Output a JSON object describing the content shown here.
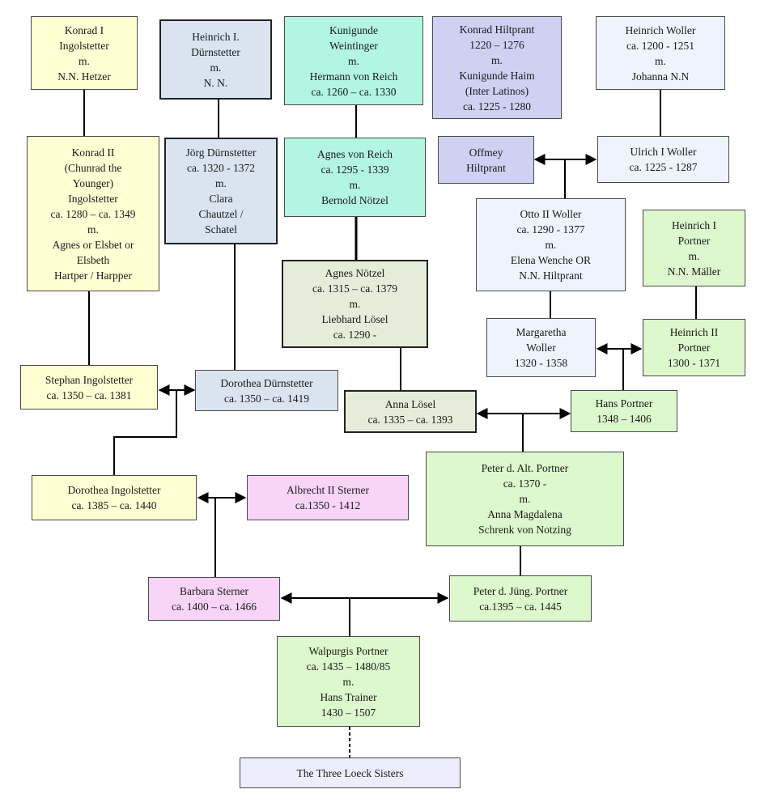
{
  "people": {
    "konrad_i": "Konrad I\nIngolstetter\nm.\nN.N. Hetzer",
    "heinrich_i_durnstetter": "Heinrich I.\nDürnstetter\nm.\nN. N.",
    "kunigunde_weintinger": "Kunigunde\nWeintinger\nm.\nHermann von Reich\nca. 1260 – ca. 1330",
    "konrad_hiltprant": "Konrad Hiltprant\n1220 – 1276\nm.\nKunigunde Haim\n(Inter Latinos)\nca. 1225 - 1280",
    "heinrich_woller": "Heinrich Woller\nca. 1200 - 1251\nm.\nJohanna N.N",
    "konrad_ii": "Konrad II\n(Chunrad the\nYounger)\nIngolstetter\nca. 1280 – ca. 1349\nm.\nAgnes or Elsbet or\nElsbeth\nHartper / Harpper",
    "jorg_durnstetter": "Jörg Dürnstetter\nca. 1320 - 1372\nm.\nClara\nChautzel /\nSchatel",
    "agnes_von_reich": "Agnes von Reich\nca. 1295 - 1339\nm.\nBernold Nötzel",
    "offmey_hiltprant": "Offmey\nHiltprant",
    "ulrich_woller": "Ulrich I Woller\nca. 1225 - 1287",
    "otto_ii_woller": "Otto II Woller\nca. 1290 - 1377\nm.\nElena Wenche OR\nN.N. Hiltprant",
    "heinrich_i_portner": "Heinrich I\nPortner\nm.\nN.N. Mäller",
    "agnes_notzel": "Agnes Nötzel\nca. 1315 – ca. 1379\nm.\nLiebhard Lösel\nca. 1290 -",
    "margaretha_woller": "Margaretha\nWoller\n1320 - 1358",
    "heinrich_ii_portner": "Heinrich II\nPortner\n1300 - 1371",
    "stephan_ingolstetter": "Stephan Ingolstetter\nca. 1350 – ca. 1381",
    "dorothea_durnstetter": "Dorothea Dürnstetter\nca. 1350 – ca. 1419",
    "anna_losel": "Anna Lösel\nca. 1335 – ca. 1393",
    "hans_portner": "Hans Portner\n1348 – 1406",
    "peter_alt_portner": "Peter d. Alt. Portner\nca. 1370 -\nm.\nAnna Magdalena\nSchrenk von Notzing",
    "dorothea_ingolstetter": "Dorothea Ingolstetter\nca. 1385 – ca. 1440",
    "albrecht_ii_sterner": "Albrecht II Sterner\nca.1350 - 1412",
    "barbara_sterner": "Barbara Sterner\nca. 1400 – ca. 1466",
    "peter_jung_portner": "Peter d. Jüng. Portner\nca.1395 – ca. 1445",
    "walpurgis_portner": "Walpurgis Portner\nca. 1435 – 1480/85\nm.\nHans Trainer\n1430 – 1507",
    "three_loeck_sisters": "The Three Loeck Sisters"
  },
  "colors": {
    "yellow": "#ffffd3",
    "gray_blue": "#d9e4f0",
    "teal": "#b2f5e1",
    "lavender": "#cfd0f2",
    "ice": "#eef3fd",
    "green": "#ddf8cc",
    "sage": "#e6ecda",
    "pink": "#f8d4f8",
    "line": "#000000"
  }
}
